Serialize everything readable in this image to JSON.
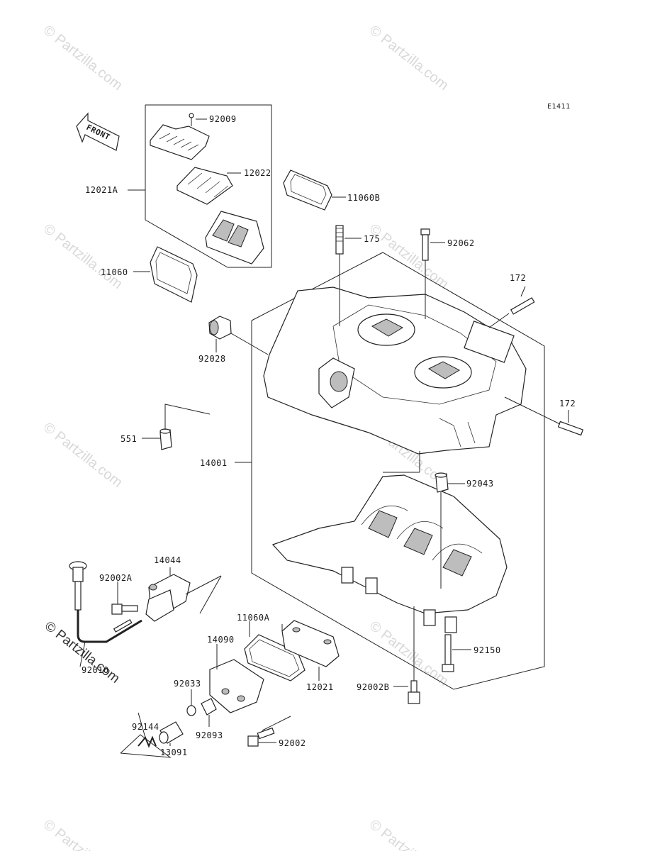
{
  "diagram_code": "E1411",
  "front_arrow_label": "FRONT",
  "watermark": "© Partzilla.com",
  "callouts": {
    "p92009": "92009",
    "p12022": "12022",
    "p12021A": "12021A",
    "p11060B": "11060B",
    "p11060": "11060",
    "p175": "175",
    "p92062": "92062",
    "p172a": "172",
    "p172b": "172",
    "p92028": "92028",
    "p551": "551",
    "p14001": "14001",
    "p92043": "92043",
    "p92002A": "92002A",
    "p14044": "14044",
    "p11060A": "11060A",
    "p14090": "14090",
    "p92150": "92150",
    "p92010": "92010",
    "p92033": "92033",
    "p12021": "12021",
    "p92002B": "92002B",
    "p92144": "92144",
    "p92093": "92093",
    "p92002": "92002",
    "p13091": "13091"
  }
}
